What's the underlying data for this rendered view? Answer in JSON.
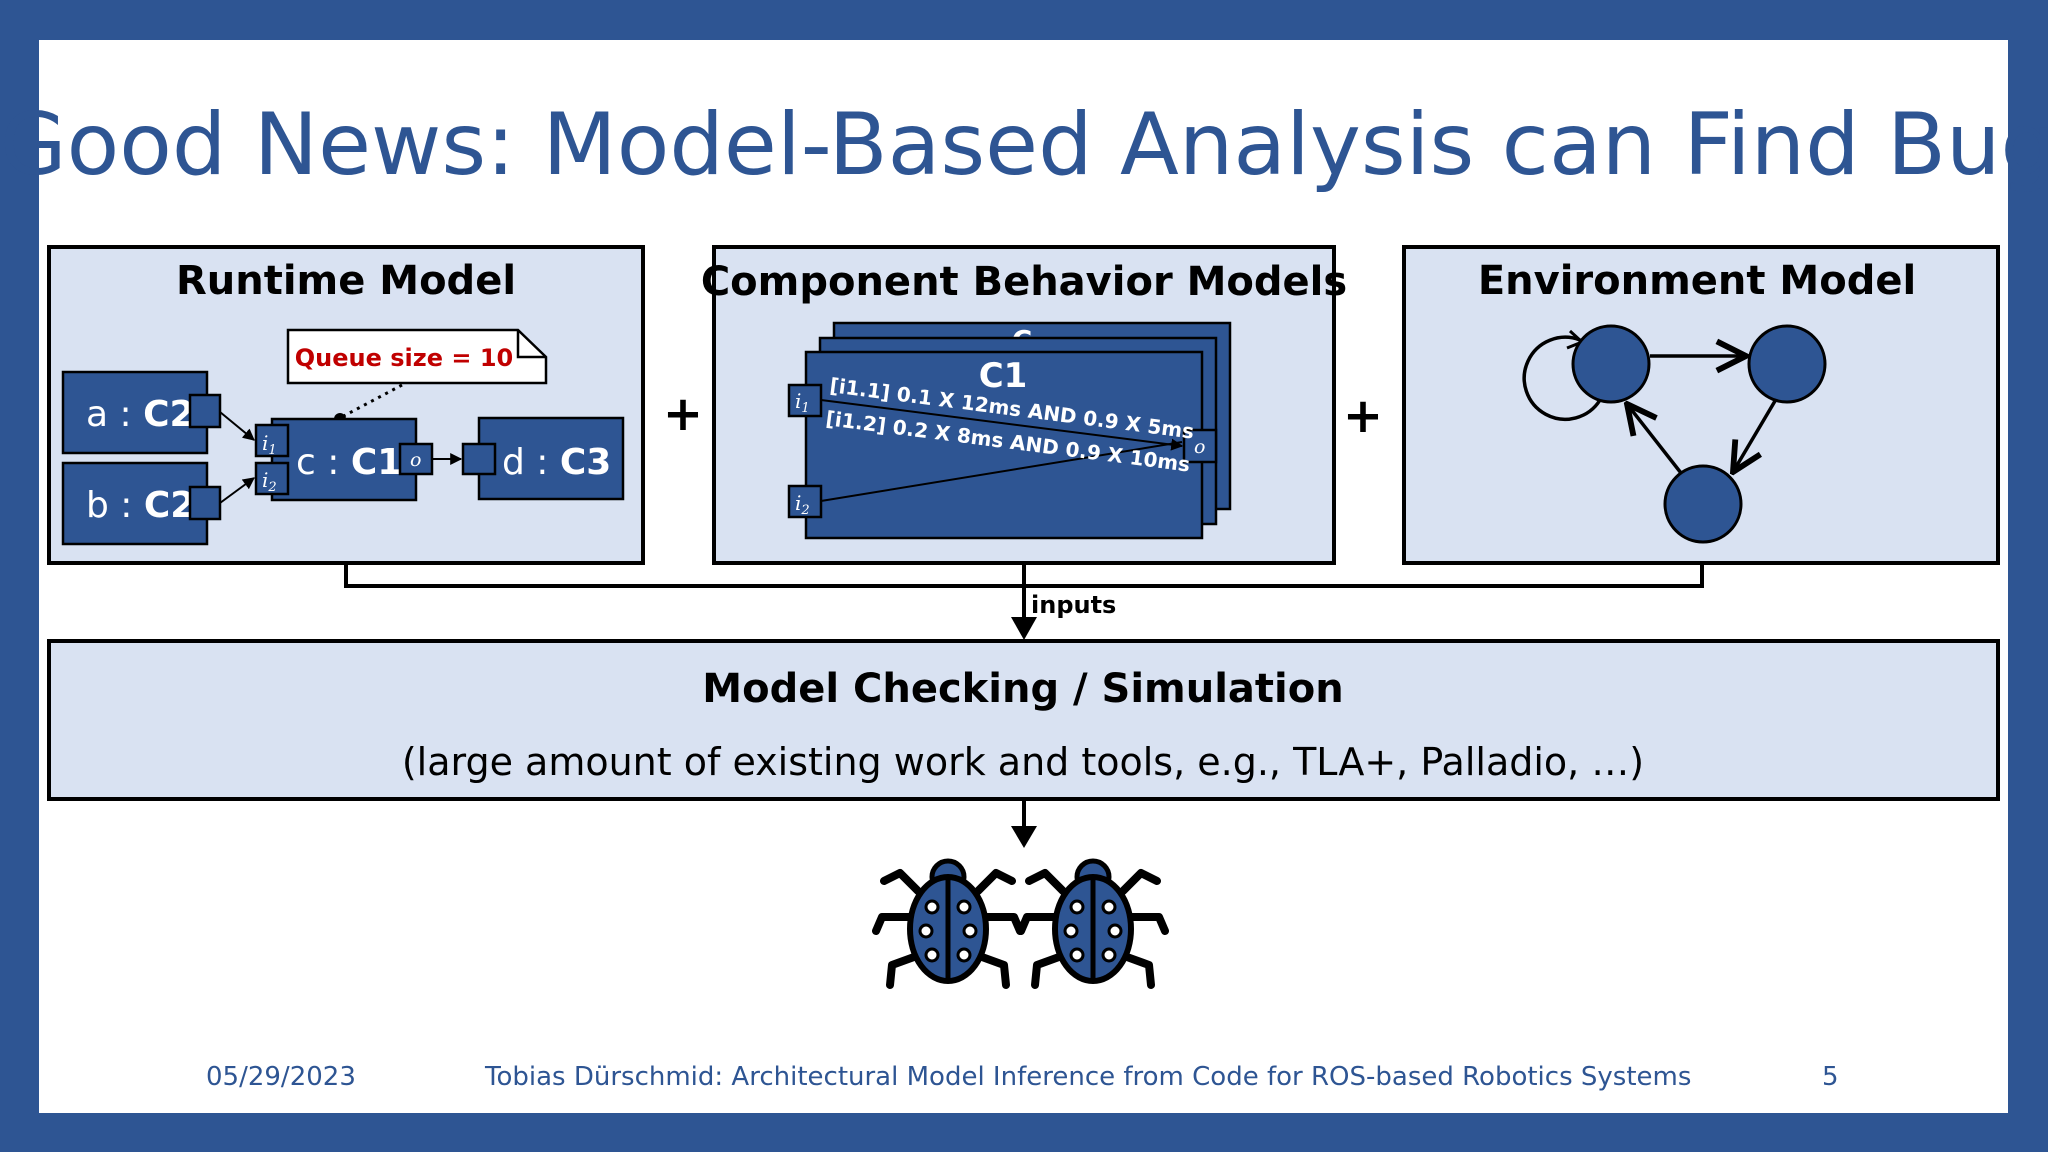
{
  "slide": {
    "title": "Good News: Model-Based Analysis can Find Bugs"
  },
  "runtime_model": {
    "title": "Runtime Model",
    "comp_a": "a : ",
    "comp_a_type": "C2",
    "comp_b": "b : ",
    "comp_b_type": "C2",
    "comp_c": "c : ",
    "comp_c_type": "C1",
    "comp_d": "d : ",
    "comp_d_type": "C3",
    "port_i1": "i",
    "port_i1_sub": "1",
    "port_i2": "i",
    "port_i2_sub": "2",
    "port_o": "o",
    "note": "Queue size = 10"
  },
  "operators": {
    "plus_1": "+",
    "plus_2": "+"
  },
  "component_behavior": {
    "title": "Component Behavior Models",
    "back_label": "C",
    "card_label": "C1",
    "rule_1": "[i1.1] 0.1 X 12ms AND 0.9 X 5ms",
    "rule_2": "[i1.2] 0.2 X 8ms AND 0.9 X 10ms",
    "port_i1": "i",
    "port_i1_sub": "1",
    "port_i2": "i",
    "port_i2_sub": "2",
    "port_o": "o"
  },
  "environment_model": {
    "title": "Environment Model"
  },
  "connector": {
    "label": "inputs"
  },
  "model_checking": {
    "title": "Model Checking / Simulation",
    "subtitle": "(large amount of existing work and tools, e.g., TLA+, Palladio, …)"
  },
  "footer": {
    "date": "05/29/2023",
    "center": "Tobias Dürschmid: Architectural Model Inference from Code for ROS-based Robotics Systems",
    "page": "5"
  },
  "colors": {
    "frame": "#2e5593",
    "box_fill": "#d9e2f2",
    "component": "#2e5593",
    "note_text": "#c00000"
  },
  "icons": [
    "bug-icon",
    "bug-icon"
  ]
}
